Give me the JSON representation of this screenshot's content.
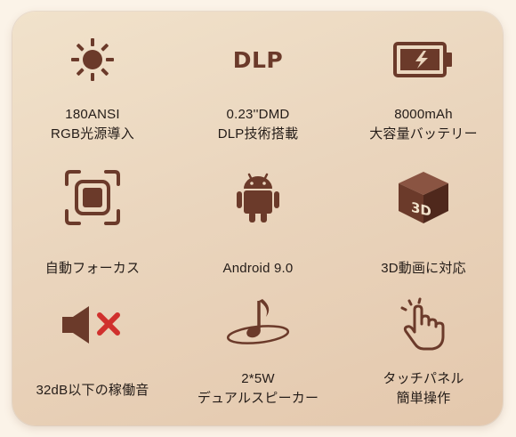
{
  "colors": {
    "icon": "#6b3a2a",
    "text": "#241c18",
    "mute_x": "#d0302d",
    "card_bg": "#ead5bd"
  },
  "features": [
    {
      "icon": "sun-icon",
      "lines": [
        "180ANSI",
        "RGB光源導入"
      ]
    },
    {
      "icon": "dlp-logo",
      "logo_text": "DLP",
      "lines": [
        "0.23''DMD",
        "DLP技術搭載"
      ]
    },
    {
      "icon": "battery-charging-icon",
      "lines": [
        "8000mAh",
        "大容量バッテリー"
      ]
    },
    {
      "icon": "autofocus-icon",
      "lines": [
        "自動フォーカス"
      ]
    },
    {
      "icon": "android-icon",
      "lines": [
        "Android 9.0"
      ]
    },
    {
      "icon": "3d-cube-icon",
      "cube_text": "3D",
      "lines": [
        "3D動画に対応"
      ]
    },
    {
      "icon": "speaker-mute-icon",
      "lines": [
        "32dB以下の稼働音"
      ]
    },
    {
      "icon": "music-note-icon",
      "lines": [
        "2*5W",
        "デュアルスピーカー"
      ]
    },
    {
      "icon": "touch-hand-icon",
      "lines": [
        "タッチパネル",
        "簡単操作"
      ]
    }
  ]
}
